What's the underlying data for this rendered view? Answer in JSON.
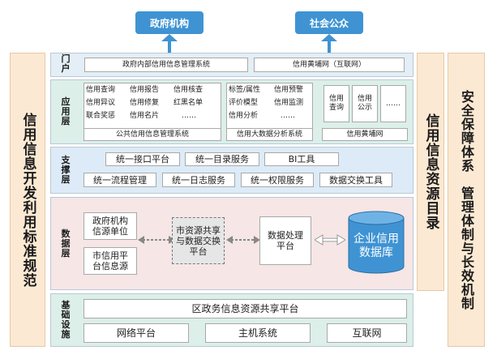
{
  "top": {
    "left_target": "政府机构",
    "right_target": "社会公众"
  },
  "left_sidebar": "信用信息开发利用标准规范",
  "right_sidebar_inner": "信用信息资源目录",
  "right_sidebar_outer": "安全保障体系　管理体制与长效机制",
  "layers": {
    "portal": {
      "label": "门户",
      "items": [
        "政府内部信用信息管理系统",
        "信用黄埔网（互联网）"
      ]
    },
    "application": {
      "label": "应用层",
      "public_system": {
        "cells": [
          [
            "信用查询",
            "信用报告",
            "信用核查"
          ],
          [
            "信用异议",
            "信用修复",
            "红黑名单"
          ],
          [
            "联合奖惩",
            "信用名片",
            "……"
          ]
        ],
        "title": "公共信用信息管理系统"
      },
      "bigdata_system": {
        "cells": [
          [
            "标签/属性",
            "信用预警"
          ],
          [
            "评价模型",
            "信用监测"
          ],
          [
            "信用分析",
            "……"
          ]
        ],
        "title": "信用大数据分析系统"
      },
      "website": {
        "cells": [
          "信用查询",
          "信用公示",
          "……"
        ],
        "title": "信用黄埔网"
      }
    },
    "support": {
      "label": "支撑层",
      "row1": [
        "统一接口平台",
        "统一目录服务",
        "BI工具"
      ],
      "row2": [
        "统一流程管理",
        "统一日志服务",
        "统一权限服务",
        "数据交换工具"
      ]
    },
    "data": {
      "label": "数据层",
      "sources": [
        "政府机构信源单位",
        "市信用平台信息源"
      ],
      "exchange": "市资源共享与数据交换平台",
      "processing": "数据处理平台",
      "database": "企业信用数据库"
    },
    "infrastructure": {
      "label": "基础设施",
      "platform": "区政务信息资源共享平台",
      "items": [
        "网络平台",
        "主机系统",
        "互联网"
      ]
    }
  },
  "colors": {
    "accent": "#3f93d3",
    "sidebar": "#fce9d3",
    "database": "#3f93d3"
  }
}
